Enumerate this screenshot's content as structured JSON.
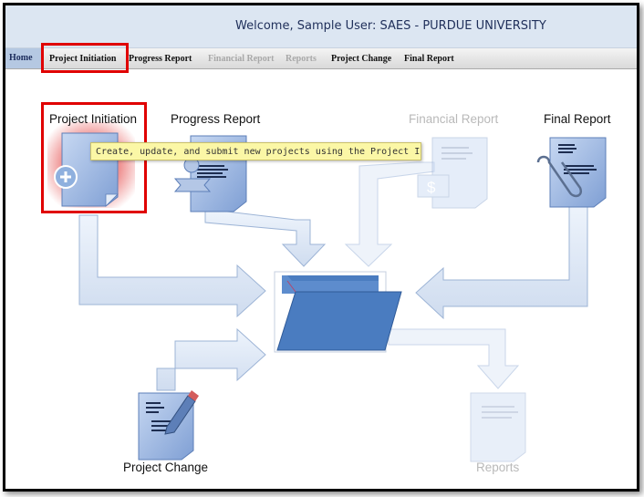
{
  "header": {
    "welcome_text": "Welcome, Sample User:  SAES - PURDUE UNIVERSITY"
  },
  "nav": {
    "items": [
      {
        "label": "Home",
        "enabled": true
      },
      {
        "label": "Project Initiation",
        "enabled": true
      },
      {
        "label": "Progress Report",
        "enabled": true
      },
      {
        "label": "Financial Report",
        "enabled": false
      },
      {
        "label": "Reports",
        "enabled": false
      },
      {
        "label": "Project Change",
        "enabled": true
      },
      {
        "label": "Final Report",
        "enabled": true
      }
    ]
  },
  "diagram": {
    "project_initiation": "Project Initiation",
    "progress_report": "Progress Report",
    "financial_report": "Financial Report",
    "final_report": "Final Report",
    "project_change": "Project Change",
    "reports": "Reports",
    "tooltip": "Create, update, and submit new projects using the Project Initiation function."
  },
  "colors": {
    "highlight": "#e00000",
    "arrow_fill": "#dde8f7",
    "arrow_stroke": "#9db4d6",
    "folder": "#4a7cc0",
    "header_bg": "#dce6f2",
    "tooltip_bg": "#fbf7a6"
  },
  "icons": [
    "plus-icon",
    "document-icon",
    "ribbon-icon",
    "dollar-icon",
    "paperclip-icon",
    "pencil-icon",
    "folder-icon"
  ]
}
